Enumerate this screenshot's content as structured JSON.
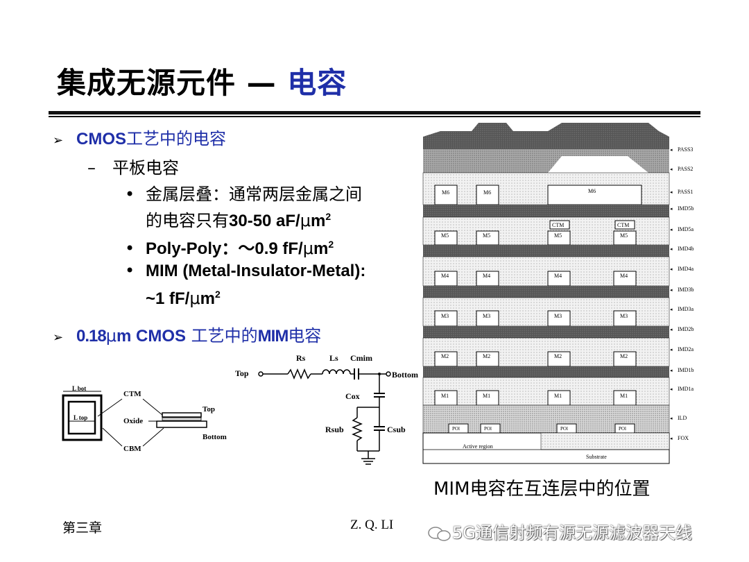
{
  "title": {
    "main": "集成无源元件 — ",
    "highlight": "电容"
  },
  "bullets": {
    "b1_arrow": "➢",
    "b1_latin": "CMOS",
    "b1_cjk": "工艺中的电容",
    "b2_dash": "–",
    "b2_text": "平板电容",
    "b3_dot": "•",
    "b3_line1": "金属层叠：通常两层金属之间",
    "b3_line2_cjk": "的电容只有",
    "b3_line2_val": "30-50 aF/",
    "b3_line2_mu": "μ",
    "b3_line2_unit": "m",
    "b3_line2_sup": "2",
    "b4_dot": "•",
    "b4_text": "Poly-Poly：～0.9 fF/",
    "b4_mu": "μ",
    "b4_unit": "m",
    "b4_sup": "2",
    "b5_dot": "•",
    "b5_text": "MIM (Metal-Insulator-Metal):",
    "b5_line2": "~1 fF/",
    "b5_mu": "μ",
    "b5_unit": "m",
    "b5_sup": "2",
    "b6_arrow": "➢",
    "b6_latin": "0.18",
    "b6_mu": "μ",
    "b6_latin2": "m CMOS",
    "b6_cjk": "工艺中的",
    "b6_mim": "MIM",
    "b6_cjk2": "电容"
  },
  "cap_diagram": {
    "l_bot": "L bot",
    "l_top": "L top",
    "ctm": "CTM",
    "oxide": "Oxide",
    "cbm": "CBM",
    "top": "Top",
    "bottom": "Bottom"
  },
  "circuit": {
    "top": "Top",
    "rs": "Rs",
    "ls": "Ls",
    "cmim": "Cmim",
    "bottom": "Bottom",
    "cox": "Cox",
    "rsub": "Rsub",
    "csub": "Csub"
  },
  "stack": {
    "layer_labels": [
      "PASS3",
      "PASS2",
      "PASS1",
      "IMD5b",
      "IMD5a",
      "IMD4b",
      "IMD4a",
      "IMD3b",
      "IMD3a",
      "IMD2b",
      "IMD2a",
      "IMD1b",
      "IMD1a",
      "ILD",
      "FOX"
    ],
    "metals": [
      "M6",
      "M5",
      "M4",
      "M3",
      "M2",
      "M1"
    ],
    "ctm": "CTM",
    "poly": "POl",
    "active_region": "Active region",
    "substrate": "Substrate"
  },
  "caption": "MIM电容在互连层中的位置",
  "footer": {
    "chapter": "第三章",
    "author": "Z. Q. LI",
    "watermark": "5G通信射频有源无源滤波器天线"
  },
  "colors": {
    "accent": "#1f2fa8"
  }
}
